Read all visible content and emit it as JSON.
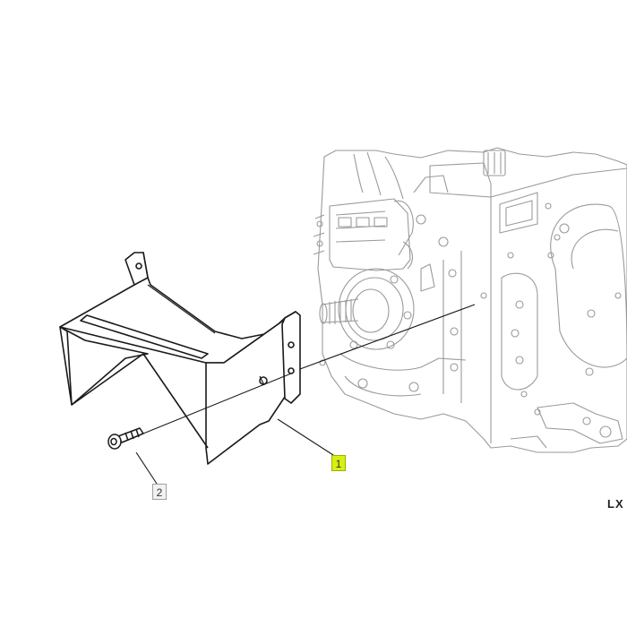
{
  "callouts": [
    {
      "label": "1",
      "color": "#d6f012"
    },
    {
      "label": "2",
      "color": "#f2f2f2"
    }
  ],
  "reference_code": "LX",
  "parts": [
    "bracket",
    "cap-screw",
    "engine-housing"
  ]
}
